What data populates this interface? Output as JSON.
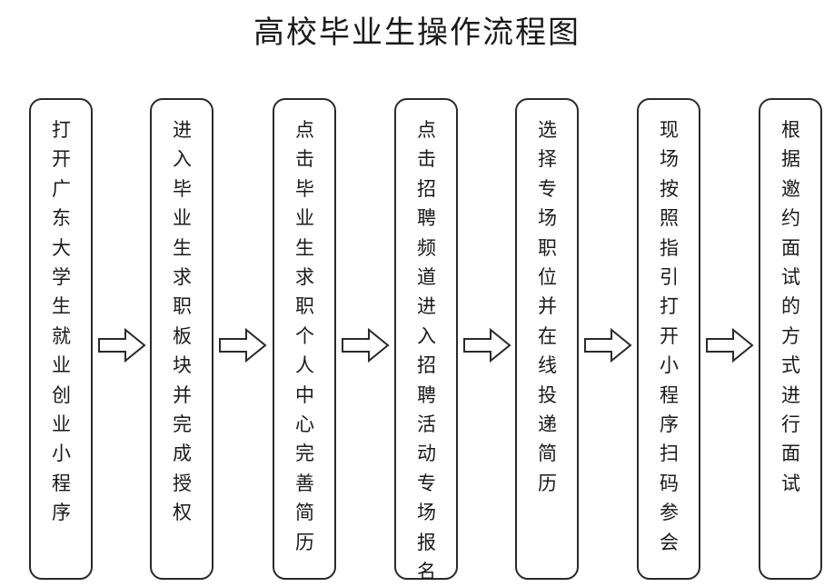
{
  "title": "高校毕业生操作流程图",
  "steps": [
    {
      "text": "打开广东大学生就业创业小程序"
    },
    {
      "text": "进入毕业生求职板块并完成授权"
    },
    {
      "text": "点击毕业生求职个人中心完善简历"
    },
    {
      "text": "点击招聘频道进入招聘活动专场报名"
    },
    {
      "text": "选择专场职位并在线投递简历"
    },
    {
      "text": "现场按照指引打开小程序扫码参会"
    },
    {
      "text": "根据邀约面试的方式进行面试"
    }
  ]
}
